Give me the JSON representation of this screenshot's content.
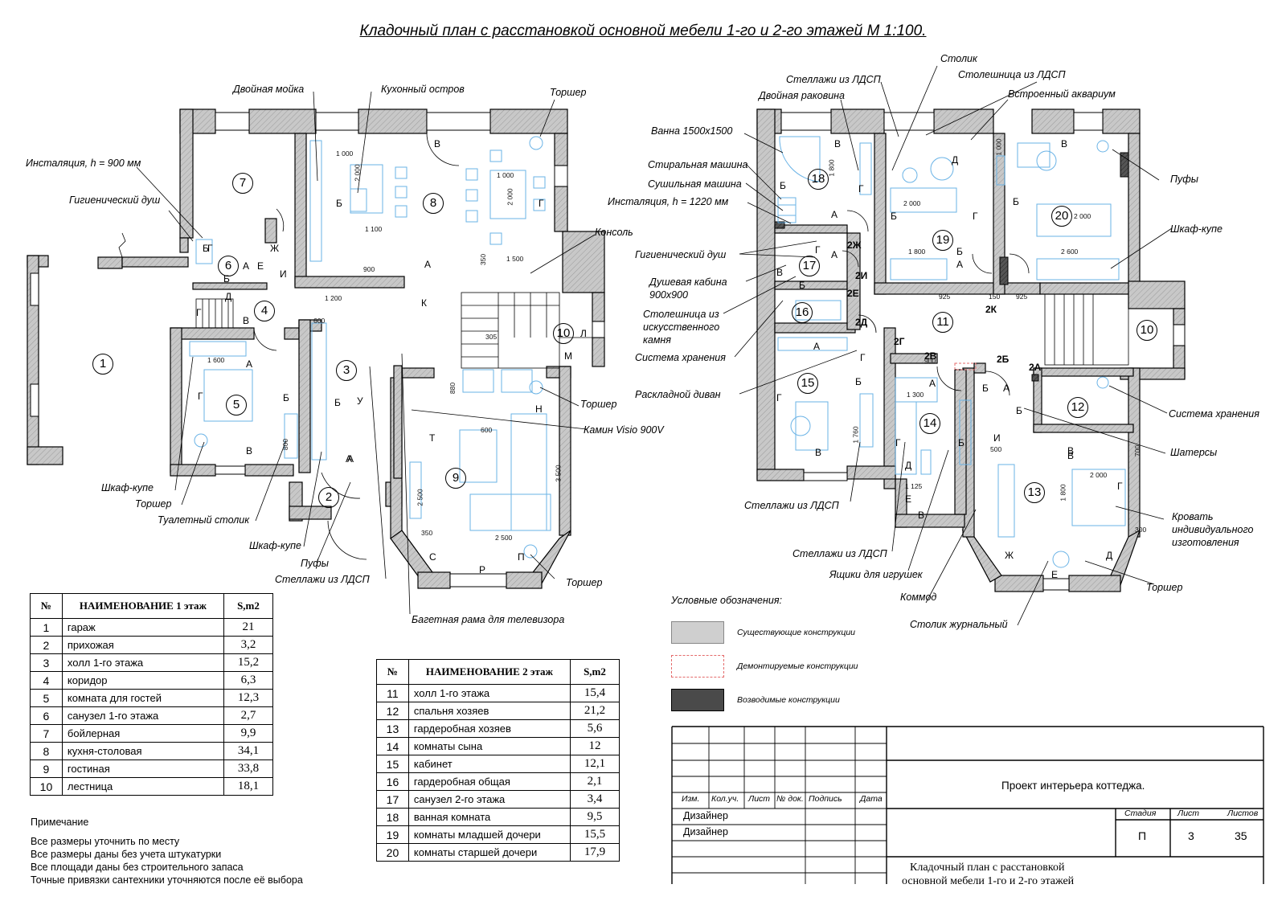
{
  "title": "Кладочный план с расстановкой основной мебели 1-го и 2-го этажей М 1:100.",
  "rooms_floor1_numbers": [
    "1",
    "2",
    "3",
    "4",
    "5",
    "6",
    "7",
    "8",
    "9",
    "10"
  ],
  "rooms_floor2_numbers": [
    "11",
    "12",
    "13",
    "14",
    "15",
    "16",
    "17",
    "18",
    "19",
    "20",
    "10"
  ],
  "labels_floor1": {
    "double_sink": "Двойная мойка",
    "kitchen_island": "Кухонный остров",
    "floor_lamp_top": "Торшер",
    "installation": "Инсталяция, h = 900 мм",
    "hygienic_shower": "Гигиенический душ",
    "console": "Консоль",
    "floor_lamp_right": "Торшер",
    "fireplace": "Камин Visio 900V",
    "wardrobe1": "Шкаф-купе",
    "floor_lamp_left": "Торшер",
    "dressing_table": "Туалетный столик",
    "wardrobe2": "Шкаф-купе",
    "poufs": "Пуфы",
    "shelves": "Стеллажи из ЛДСП",
    "floor_lamp_bottom": "Торшер",
    "tv_frame": "Багетная рама для телевизора"
  },
  "labels_floor2": {
    "small_table": "Столик",
    "shelves_top": "Стеллажи из ЛДСП",
    "countertop_top": "Столешница из ЛДСП",
    "double_basin": "Двойная раковина",
    "aquarium": "Встроенный аквариум",
    "bath": "Ванна 1500х1500",
    "washer": "Стиральная машина",
    "dryer": "Сушильная машина",
    "installation": "Инсталяция, h = 1220 мм",
    "hygienic_shower": "Гигиенический душ",
    "shower_cabin_1": "Душевая кабина",
    "shower_cabin_2": "900х900",
    "countertop_stone_1": "Столешница из",
    "countertop_stone_2": "искусственного",
    "countertop_stone_3": "камня",
    "storage1": "Система хранения",
    "sofa_bed": "Раскладной диван",
    "poufs": "Пуфы",
    "wardrobe": "Шкаф-купе",
    "storage2": "Система хранения",
    "shutters": "Шатерсы",
    "bed_1": "Кровать",
    "bed_2": "индивидуального",
    "bed_3": "изготовления",
    "floor_lamp": "Торшер",
    "shelves_bottom1": "Стеллажи из ЛДСП",
    "shelves_bottom2": "Стеллажи из ЛДСП",
    "toy_boxes": "Ящики для игрушек",
    "commode": "Коммод",
    "coffee_table": "Столик журнальный"
  },
  "table1": {
    "headers": [
      "№",
      "НАИМЕНОВАНИЕ 1 этаж",
      "S,m2"
    ],
    "rows": [
      [
        "1",
        "гараж",
        "21"
      ],
      [
        "2",
        "прихожая",
        "3,2"
      ],
      [
        "3",
        "холл 1-го этажа",
        "15,2"
      ],
      [
        "4",
        "коридор",
        "6,3"
      ],
      [
        "5",
        "комната для гостей",
        "12,3"
      ],
      [
        "6",
        "санузел 1-го этажа",
        "2,7"
      ],
      [
        "7",
        "бойлерная",
        "9,9"
      ],
      [
        "8",
        "кухня-столовая",
        "34,1"
      ],
      [
        "9",
        "гостиная",
        "33,8"
      ],
      [
        "10",
        "лестница",
        "18,1"
      ]
    ]
  },
  "table2": {
    "headers": [
      "№",
      "НАИМЕНОВАНИЕ 2 этаж",
      "S,m2"
    ],
    "rows": [
      [
        "11",
        "холл 1-го этажа",
        "15,4"
      ],
      [
        "12",
        "спальня хозяев",
        "21,2"
      ],
      [
        "13",
        "гардеробная хозяев",
        "5,6"
      ],
      [
        "14",
        "комнаты сына",
        "12"
      ],
      [
        "15",
        "кабинет",
        "12,1"
      ],
      [
        "16",
        "гардеробная общая",
        "2,1"
      ],
      [
        "17",
        "санузел 2-го этажа",
        "3,4"
      ],
      [
        "18",
        "ванная комната",
        "9,5"
      ],
      [
        "19",
        "комнаты младшей дочери",
        "15,5"
      ],
      [
        "20",
        "комнаты старшей дочери",
        "17,9"
      ]
    ]
  },
  "notes": {
    "heading": "Примечание",
    "lines": [
      "Все  размеры  уточнить  по месту",
      "Все размеры даны без учета штукатурки",
      "Все площади даны без строительного запаса",
      "Точные привязки сантехники уточняются после её выбора"
    ]
  },
  "legend": {
    "title": "Условные обозначения:",
    "items": [
      {
        "text": "Существующие конструкции",
        "color": "#cfcfcf"
      },
      {
        "text": "Демонтируемые конструкции",
        "color": "#e46b6b"
      },
      {
        "text": "Возводимые конструкции",
        "color": "#4a4a4a"
      }
    ]
  },
  "stamp": {
    "headers": [
      "Изм.",
      "Кол.уч.",
      "Лист",
      "№ док.",
      "Подпись",
      "Дата"
    ],
    "designer1": "Дизайнер",
    "designer2": "Дизайнер",
    "project": "Проект интерьера коттеджа.",
    "stage_h": "Стадия",
    "sheet_h": "Лист",
    "sheets_h": "Листов",
    "stage": "П",
    "sheet": "3",
    "sheets": "35",
    "caption_1": "Кладочный план с расстановкой",
    "caption_2": "основной мебели 1-го и 2-го этажей"
  },
  "wall_letters": {
    "f1": [
      "В",
      "Б",
      "Г",
      "А",
      "Д",
      "Г",
      "Б",
      "Е",
      "Ж",
      "И",
      "А",
      "К",
      "Г",
      "В",
      "А",
      "Б",
      "В",
      "Г",
      "Б",
      "А",
      "Б",
      "У",
      "А",
      "Т",
      "Н",
      "Л",
      "М",
      "С",
      "Р",
      "П"
    ],
    "f2": [
      "В",
      "Б",
      "Г",
      "А",
      "Б",
      "Г",
      "А",
      "В",
      "Б",
      "Г",
      "Д",
      "В",
      "Б",
      "Б",
      "А",
      "В",
      "А",
      "Г",
      "Б",
      "Б",
      "В",
      "Г",
      "Д",
      "Е",
      "В",
      "Б",
      "А",
      "Б",
      "И",
      "В",
      "Г",
      "Д",
      "Е",
      "Ж",
      "Г",
      "А"
    ]
  },
  "door_marks": [
    "2Ж",
    "2И",
    "2Е",
    "2Д",
    "2Г",
    "2В",
    "2Б",
    "2А",
    "2К"
  ],
  "dimensions": [
    "1 000",
    "2 000",
    "1 100",
    "900",
    "1 200",
    "1 500",
    "600",
    "2 000",
    "1 000",
    "350",
    "305",
    "880",
    "2 500",
    "3 500",
    "1 600",
    "800",
    "2 500",
    "350",
    "600",
    "1 000",
    "1 800",
    "2 000",
    "1 800",
    "925",
    "150",
    "925",
    "2 600",
    "2 000",
    "1 300",
    "1 760",
    "2 000",
    "1 800",
    "700",
    "300",
    "1 125",
    "900",
    "500"
  ]
}
